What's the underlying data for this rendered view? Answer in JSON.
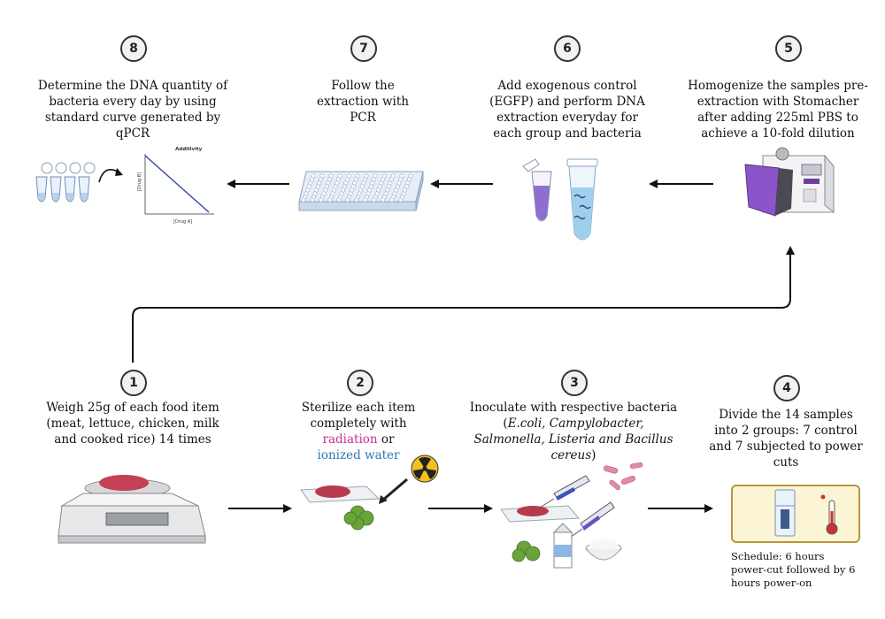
{
  "steps": [
    {
      "num": "1",
      "text": "Weigh 25g of each food item (meat, lettuce, chicken, milk and cooked rice) 14 times"
    },
    {
      "num": "2",
      "text_pre": "Sterilize each item completely with",
      "radiation": "radiation",
      "or": "or",
      "ionized": "ionized water"
    },
    {
      "num": "3",
      "text_pre": "Inoculate with respective bacteria (",
      "species": "E.coli, Campylobacter, Salmonella, Listeria and Bacillus cereus",
      "text_post": ")"
    },
    {
      "num": "4",
      "text": "Divide the 14 samples into 2 groups: 7 control and 7 subjected to power cuts",
      "schedule": "Schedule: 6 hours power-cut followed by 6 hours power-on"
    },
    {
      "num": "5",
      "text": "Homogenize the samples pre-extraction with Stomacher after adding 225ml PBS to achieve a 10-fold dilution"
    },
    {
      "num": "6",
      "text": "Add exogenous control (EGFP) and perform DNA extraction everyday for each group and bacteria"
    },
    {
      "num": "7",
      "text": "Follow the extraction with PCR"
    },
    {
      "num": "8",
      "text": "Determine the DNA quantity of bacteria every day by using standard curve generated by qPCR"
    }
  ],
  "mini_chart": {
    "title": "Additivity",
    "xlabel": "[Drug A]",
    "ylabel": "[Drug B]"
  },
  "colors": {
    "radiation": "#c3318f",
    "ionized_water": "#2e77b8",
    "arrow": "#111111"
  }
}
